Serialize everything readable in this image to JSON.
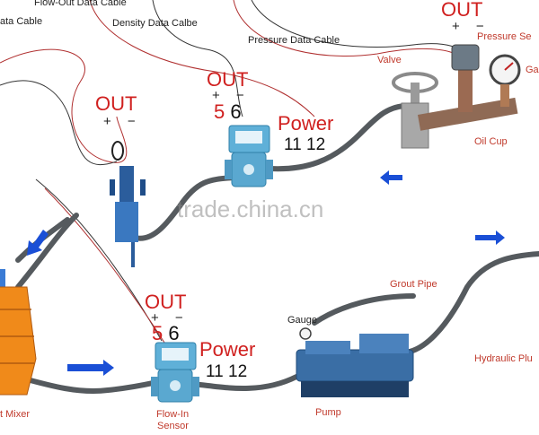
{
  "labels": {
    "cable_top_left": "ata Cable",
    "flow_out_cable": "Flow-Out Data Cable",
    "density_cable": "Density Data Calbe",
    "pressure_cable": "Pressure Data Cable",
    "valve": "Valve",
    "pressure_sensor": "Pressure Se",
    "gauge_top": "Ga",
    "oil_cup": "Oil Cup",
    "grout_pipe": "Grout Pipe",
    "gauge_bottom": "Gauge",
    "hydraulic": "Hydraulic Plu",
    "mixer": "t Mixer",
    "flow_in_sensor_line1": "Flow-In",
    "flow_in_sensor_line2": "Sensor",
    "pump": "Pump"
  },
  "terminals": {
    "density": {
      "out": "OUT",
      "plus_minus": "+ −"
    },
    "flow_out": {
      "out": "OUT",
      "plus_minus": "+ −",
      "num_a": "5",
      "num_b": "6",
      "power": "Power",
      "power_a": "11",
      "power_b": "12"
    },
    "flow_in": {
      "out": "OUT",
      "plus_minus": "+ −",
      "num_a": "5",
      "num_b": "6",
      "power": "Power",
      "power_a": "11",
      "power_b": "12"
    },
    "pressure": {
      "out": "OUT",
      "plus_minus": "+ −"
    }
  },
  "watermark": "trade.china.cn",
  "colors": {
    "terminal_red": "#d0201f",
    "flow_arrow": "#1a4fd6",
    "sensor_body": "#5fb0d8",
    "pipe": "#555a5e",
    "data_cable": "#b03030",
    "mixer": "#f08a1a",
    "pump": "#3a6ea5"
  }
}
